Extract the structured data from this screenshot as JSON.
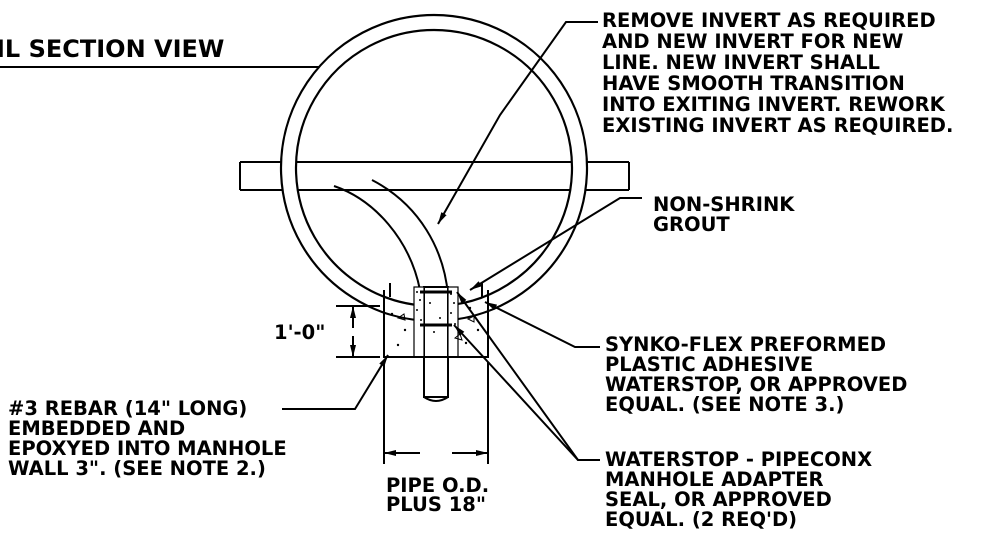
{
  "title": "IL SECTION VIEW",
  "callouts": {
    "invert": [
      "REMOVE INVERT AS REQUIRED",
      "AND NEW INVERT FOR NEW",
      "LINE.  NEW INVERT SHALL",
      "HAVE SMOOTH TRANSITION",
      "INTO EXITING INVERT.  REWORK",
      "EXISTING INVERT AS REQUIRED."
    ],
    "grout": [
      "NON-SHRINK",
      "GROUT"
    ],
    "synko": [
      "SYNKO-FLEX PREFORMED",
      "PLASTIC ADHESIVE",
      "WATERSTOP, OR APPROVED",
      "EQUAL. (SEE NOTE 3.)"
    ],
    "pipeconx": [
      "WATERSTOP - PIPECONX",
      "MANHOLE ADAPTER",
      "SEAL, OR APPROVED",
      "EQUAL. (2 REQ'D)"
    ],
    "rebar": [
      "#3 REBAR (14\" LONG)",
      "EMBEDDED AND",
      "EPOXYED INTO MANHOLE",
      "WALL 3\".  (SEE NOTE 2.)"
    ]
  },
  "dimensions": {
    "height": "1'-0\"",
    "width": [
      "PIPE O.D.",
      "PLUS 18\""
    ]
  },
  "colors": {
    "ink": "#000000",
    "paper": "#ffffff"
  }
}
